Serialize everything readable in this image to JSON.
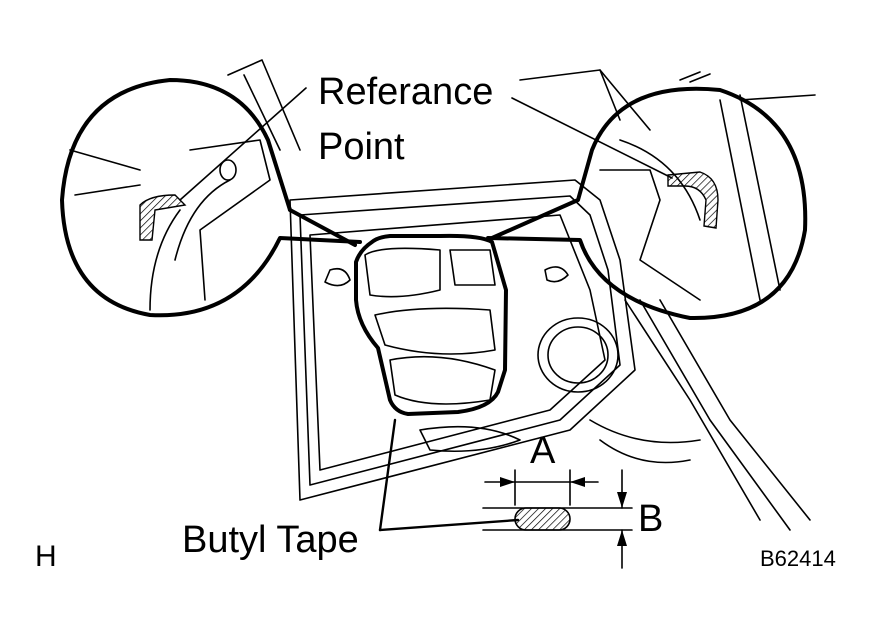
{
  "labels": {
    "reference_point_line1": "Referance",
    "reference_point_line2": "Point",
    "butyl_tape": "Butyl Tape",
    "dim_a": "A",
    "dim_b": "B",
    "corner_letter": "H",
    "figure_code": "B62414"
  },
  "colors": {
    "line": "#000000",
    "background": "#ffffff"
  }
}
